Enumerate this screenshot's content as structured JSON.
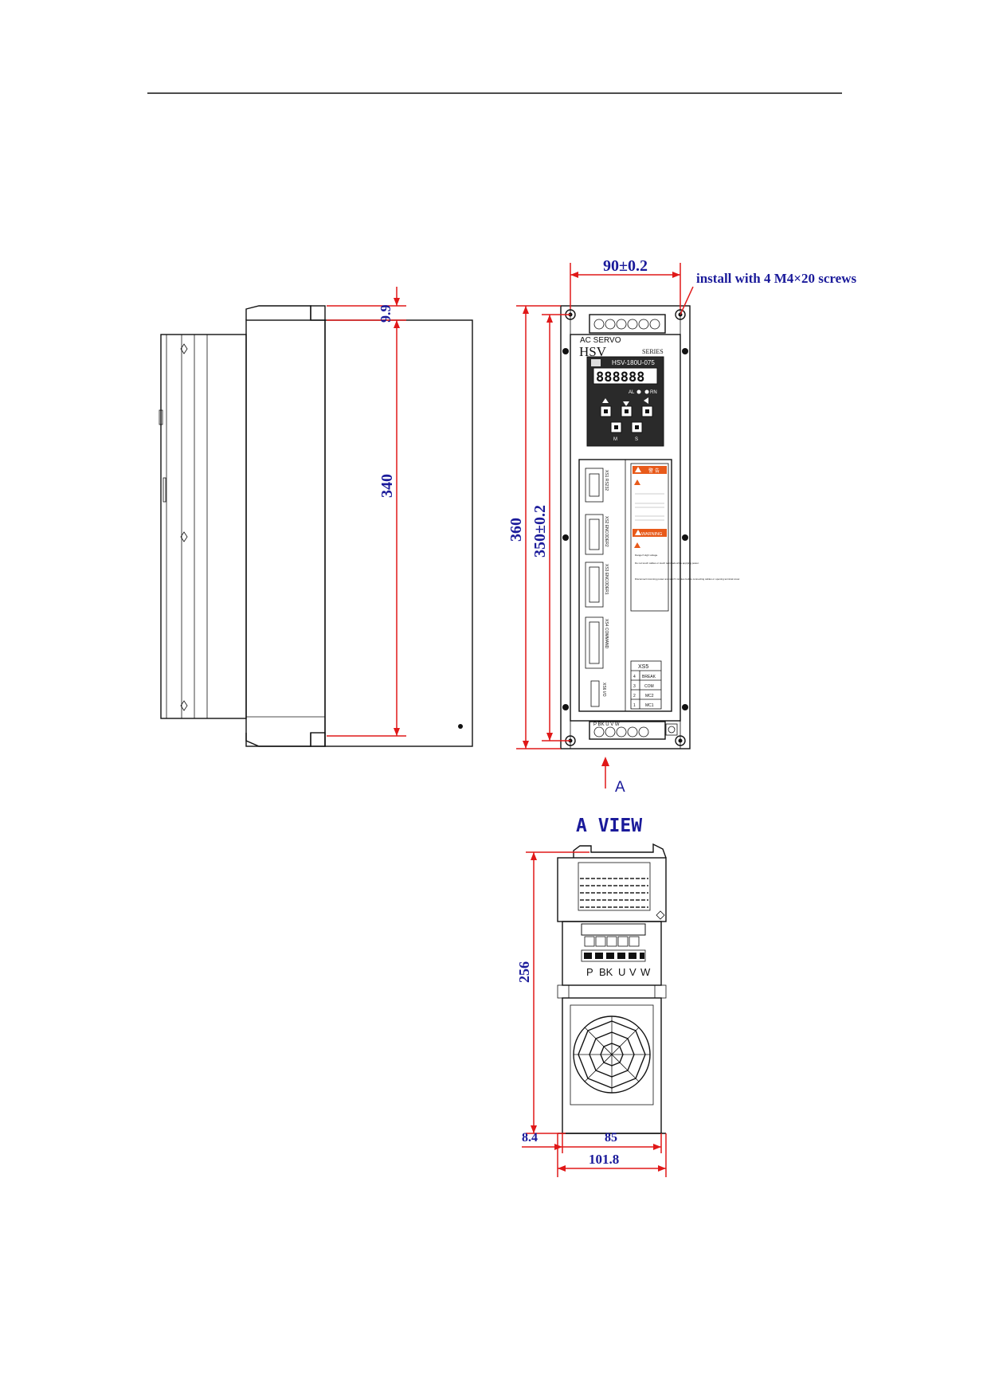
{
  "dimensions": {
    "width_top": "90±0.2",
    "install_note": "install with 4 M4×20 screws",
    "side_offset": "9.9",
    "side_height": "340",
    "overall_height": "360",
    "mount_height": "350±0.2",
    "aview_height": "256",
    "aview_offset": "8.4",
    "aview_inner_width": "85",
    "aview_outer_width": "101.8"
  },
  "front_panel": {
    "ac_servo": "AC SERVO",
    "brand": "HSV",
    "series": "SERIES",
    "model": "HSV-180U-075",
    "display": "888888",
    "led_al": "AL",
    "led_rn": "RN",
    "key_m": "M",
    "key_s": "S",
    "xs1": "XS1 RS232",
    "xs2": "XS2 ENCODER2",
    "xs3": "XS3 ENCODER1",
    "xs4": "XS4 COMMAND",
    "xs6": "XS6 I/O",
    "warn_cn": "警 告",
    "warning": "WARNING",
    "warn_lines": [
      "Danger! High voltage.",
      "Do not touch cables or touch terminals while applying power.",
      "Disconnect incoming power and wait 5 minutes before connecting cables or opening terminal cover."
    ],
    "xs5_title": "XS5",
    "xs5_rows": [
      [
        "4",
        "BREAK"
      ],
      [
        "3",
        "COM"
      ],
      [
        "2",
        "MC2"
      ],
      [
        "1",
        "MC1"
      ]
    ],
    "bottom_terminals": "P BK U V W"
  },
  "arrow_label": "A",
  "view_title": "A VIEW",
  "aview_terminals": [
    "P",
    "BK",
    "U",
    "V",
    "W"
  ]
}
